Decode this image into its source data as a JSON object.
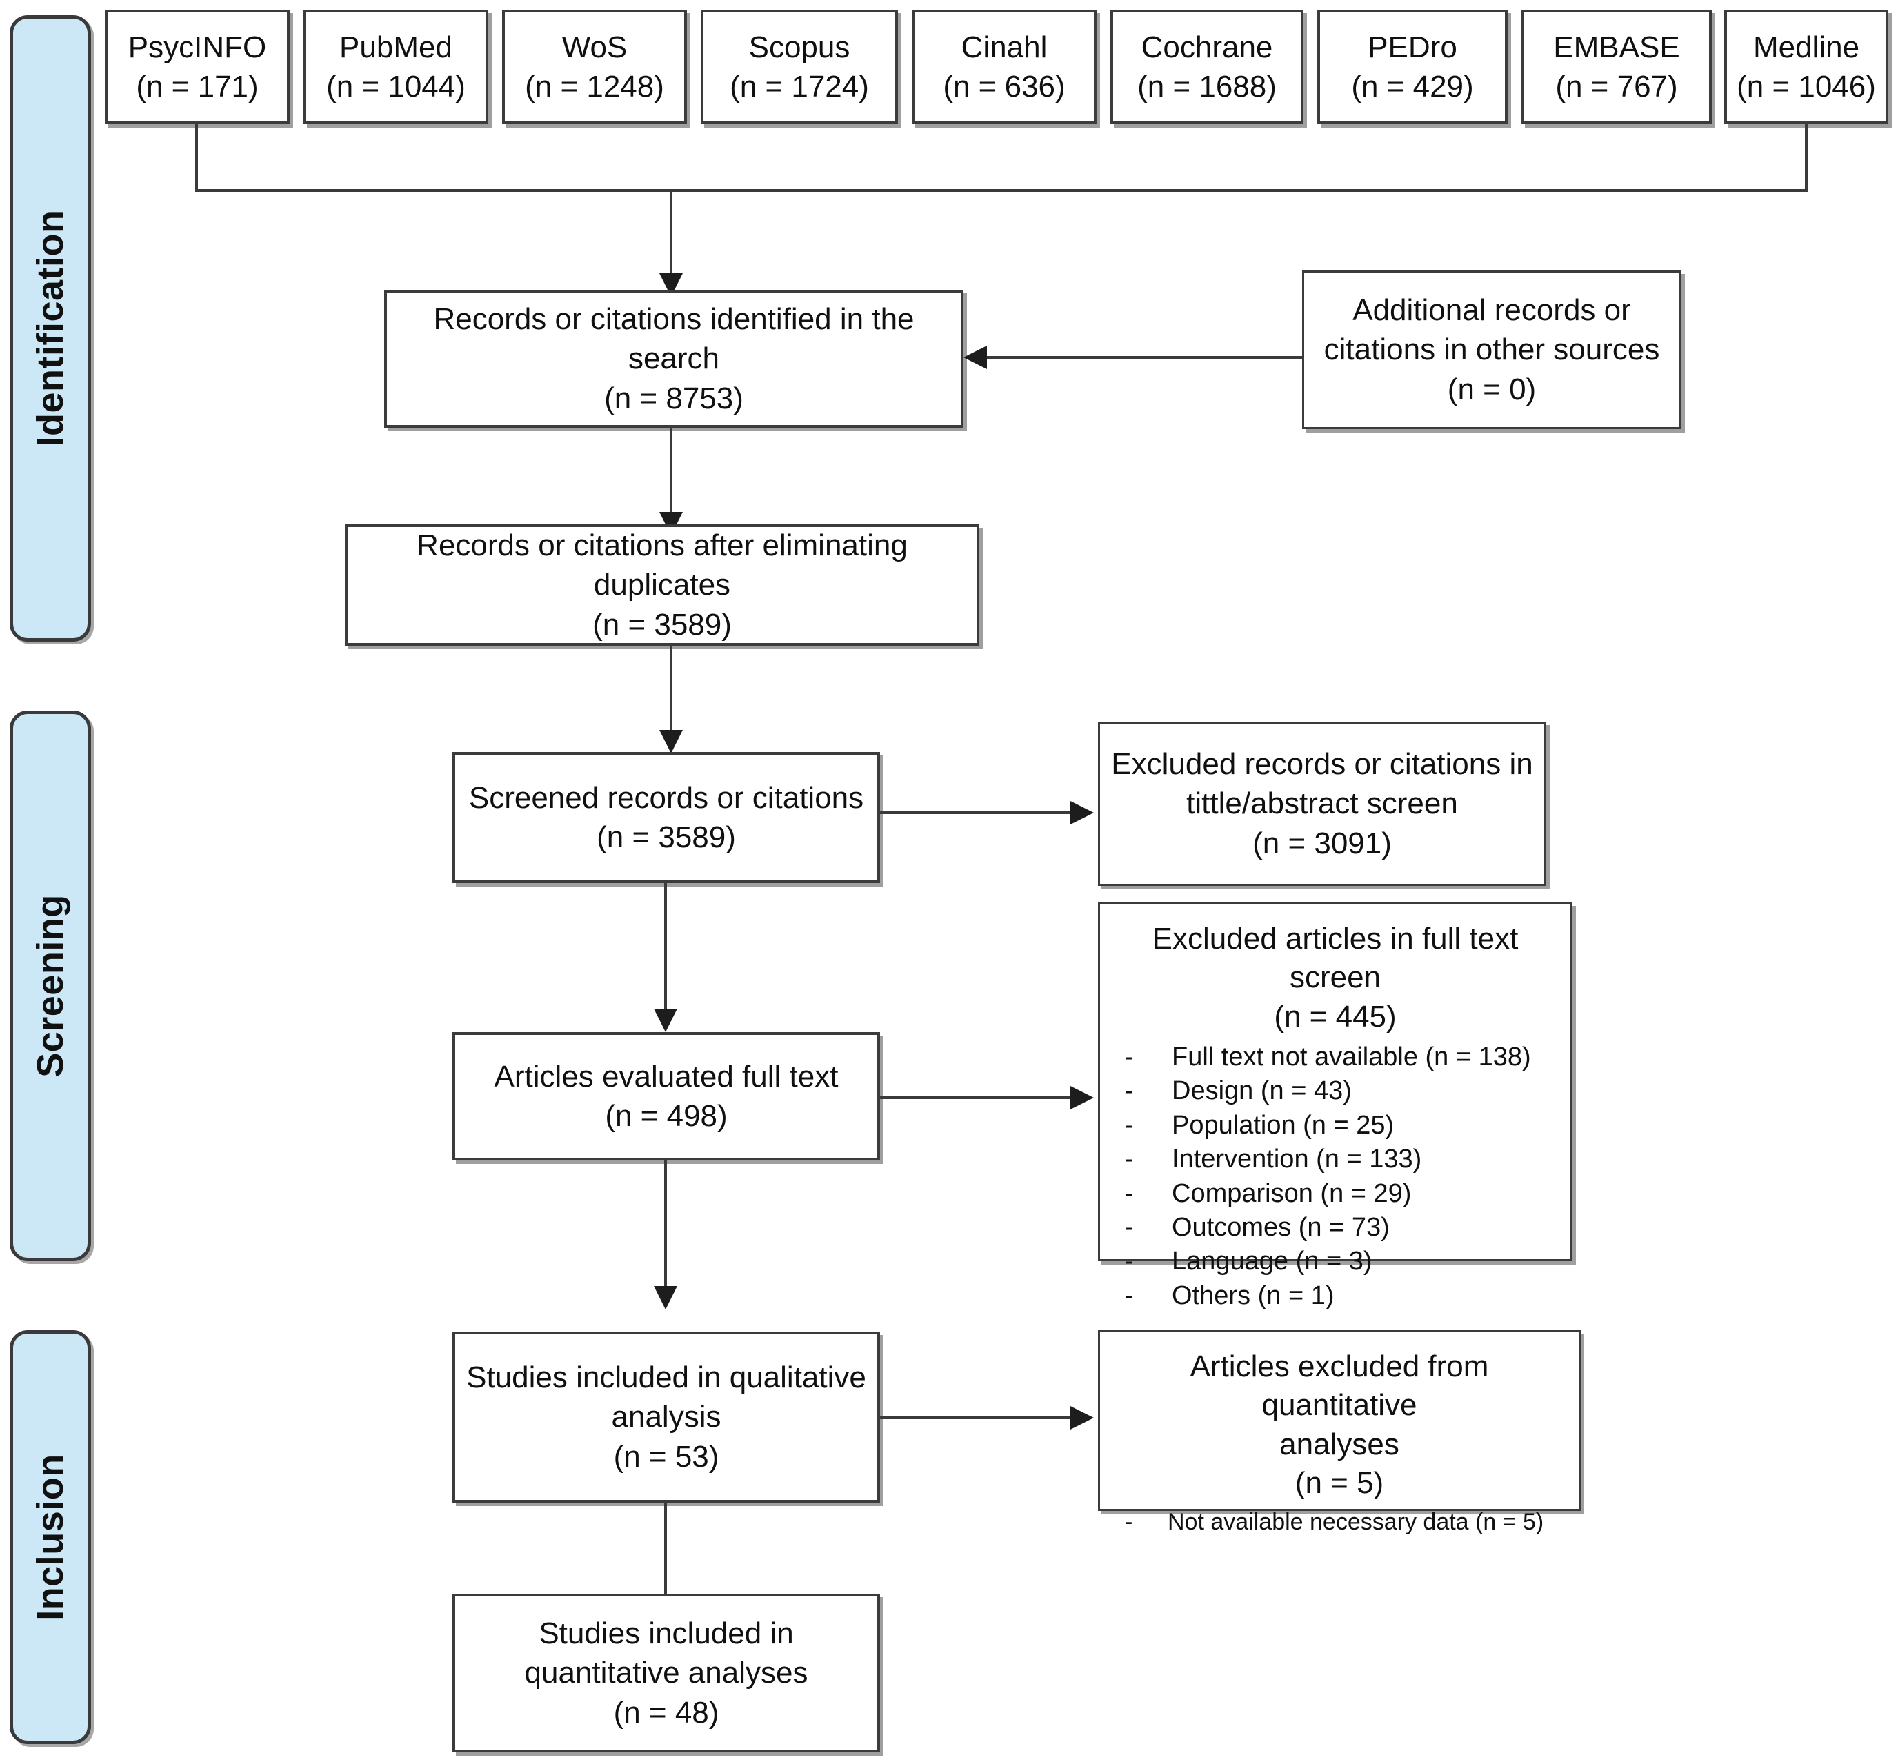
{
  "colors": {
    "stage_fill": "#cce8f7",
    "stage_border": "#3a3a3a",
    "box_border": "#3b3b3b",
    "connector": "#3a3a3a",
    "text": "#101010",
    "background": "#ffffff"
  },
  "stages": [
    {
      "label": "Identification"
    },
    {
      "label": "Screening"
    },
    {
      "label": "Inclusion"
    }
  ],
  "databases": [
    {
      "name": "PsycINFO",
      "count": "(n = 171)"
    },
    {
      "name": "PubMed",
      "count": "(n = 1044)"
    },
    {
      "name": "WoS",
      "count": "(n = 1248)"
    },
    {
      "name": "Scopus",
      "count": "(n = 1724)"
    },
    {
      "name": "Cinahl",
      "count": "(n = 636)"
    },
    {
      "name": "Cochrane",
      "count": "(n = 1688)"
    },
    {
      "name": "PEDro",
      "count": "(n = 429)"
    },
    {
      "name": "EMBASE",
      "count": "(n = 767)"
    },
    {
      "name": "Medline",
      "count": "(n = 1046)"
    }
  ],
  "identified": {
    "line1": "Records or citations identified in the search",
    "line2": "(n = 8753)"
  },
  "additional_sources": {
    "line1": "Additional records or",
    "line2": "citations in other sources",
    "line3": "(n = 0)"
  },
  "after_duplicates": {
    "line1": "Records or citations after eliminating duplicates",
    "line2": "(n = 3589)"
  },
  "screened": {
    "line1": "Screened records or citations",
    "line2": "(n = 3589)"
  },
  "excluded_title_abstract": {
    "line1": "Excluded records or citations in",
    "line2": "tittle/abstract screen",
    "line3": "(n = 3091)"
  },
  "full_text_evaluated": {
    "line1": "Articles evaluated full text",
    "line2": "(n = 498)"
  },
  "excluded_full_text": {
    "line1": "Excluded articles in full text screen",
    "line2": "(n = 445)",
    "dash": "-",
    "reasons": [
      "Full text not available (n = 138)",
      "Design (n = 43)",
      "Population (n = 25)",
      "Intervention (n = 133)",
      "Comparison (n = 29)",
      "Outcomes (n = 73)",
      "Language (n = 3)",
      "Others (n = 1)"
    ]
  },
  "qualitative": {
    "line1": "Studies included in qualitative",
    "line2": "analysis",
    "line3": "(n = 53)"
  },
  "excluded_quantitative": {
    "line1": "Articles excluded from quantitative",
    "line2": "analyses",
    "line3": "(n = 5)",
    "dash": "-",
    "reasons": [
      "Not available necessary data (n = 5)"
    ]
  },
  "quantitative": {
    "line1": "Studies included in",
    "line2": "quantitative analyses",
    "line3": "(n = 48)"
  }
}
